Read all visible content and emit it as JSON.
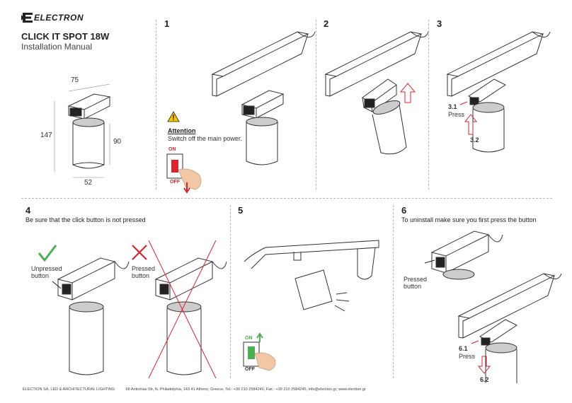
{
  "brand": {
    "name": "ELECTRON"
  },
  "product": {
    "title": "CLICK IT SPOT 18W",
    "subtitle": "Installation Manual"
  },
  "dimensions": {
    "width_top": "75",
    "height_total": "147",
    "height_body": "90",
    "diameter": "52"
  },
  "steps": [
    {
      "number": "1",
      "attention_label": "Attention",
      "attention_text": "Switch off the main power.",
      "switch_on": "ON",
      "switch_off": "OFF"
    },
    {
      "number": "2"
    },
    {
      "number": "3",
      "label_press_step": "3.1",
      "label_press": "Press",
      "label_push_step": "3.2"
    },
    {
      "number": "4",
      "instruction": "Be sure that the click button is not pressed",
      "label_unpressed": "Unpressed button",
      "label_pressed": "Pressed button"
    },
    {
      "number": "5",
      "switch_on": "ON",
      "switch_off": "OFF"
    },
    {
      "number": "6",
      "instruction": "To uninstall make sure you first press the button",
      "label_pressed": "Pressed button",
      "label_press_step": "6.1",
      "label_press": "Press",
      "label_pull_step": "6.2"
    }
  ],
  "footer": {
    "company": "ELECTION SA, LED & ARCHITECTURAL LIGHTING",
    "address": "68 Antiohias Str, N. Philadelphia, 143 41 Athens, Greece, Tel.: +30 210 2584240, Fax.: +30 210 2584245, info@election.gr, www.election.gr"
  },
  "colors": {
    "accent_red": "#d8262f",
    "accent_green": "#4caf50",
    "warning_yellow": "#f5c400",
    "line": "#333333"
  }
}
